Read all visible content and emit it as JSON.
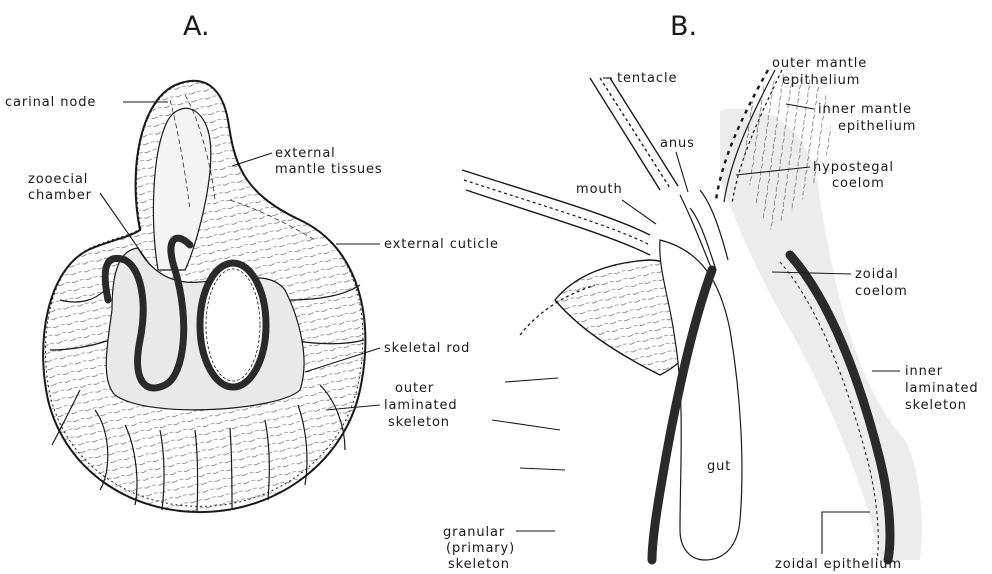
{
  "panel_a": {
    "title": "A.",
    "labels": {
      "carinal_node": "carinal node",
      "zooecial_chamber_1": "zooecial",
      "zooecial_chamber_2": "chamber",
      "external_mantle_1": "external",
      "external_mantle_2": "mantle tissues",
      "external_cuticle": "external cuticle",
      "skeletal_rod": "skeletal rod",
      "outer_laminated_1": "outer",
      "outer_laminated_2": "laminated",
      "outer_laminated_3": "skeleton",
      "granular_1": "granular",
      "granular_2": "(primary)",
      "granular_3": "skeleton"
    }
  },
  "panel_b": {
    "title": "B.",
    "labels": {
      "tentacle": "tentacle",
      "outer_mantle_1": "outer mantle",
      "outer_mantle_2": "epithelium",
      "inner_mantle_1": "inner mantle",
      "inner_mantle_2": "epithelium",
      "anus": "anus",
      "mouth": "mouth",
      "hypostegal_1": "hypostegal",
      "hypostegal_2": "coelom",
      "zoidal_coelom_1": "zoidal",
      "zoidal_coelom_2": "coelom",
      "inner_laminated_1": "inner",
      "inner_laminated_2": "laminated",
      "inner_laminated_3": "skeleton",
      "gut": "gut",
      "zoidal_epithelium": "zoidal epithelium"
    }
  }
}
